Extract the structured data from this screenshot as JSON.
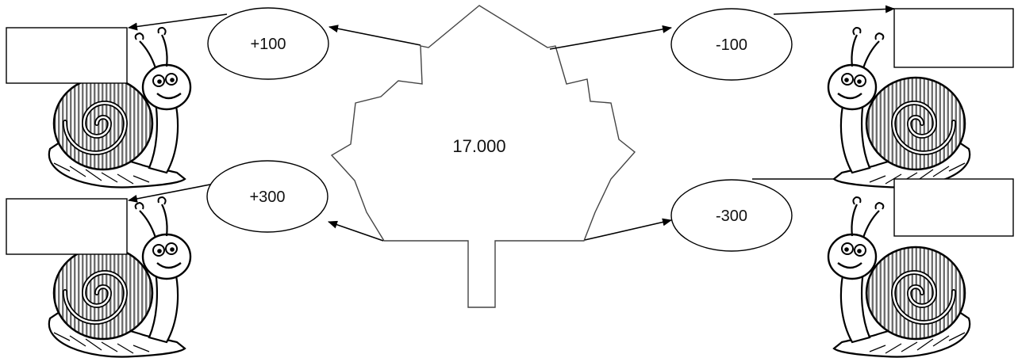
{
  "center": {
    "value": "17.000"
  },
  "operations": {
    "top_left": "+100",
    "bottom_left": "+300",
    "top_right": "-100",
    "bottom_right": "-300"
  },
  "answer_boxes": {
    "top_left": "",
    "bottom_left": "",
    "top_right": "",
    "bottom_right": ""
  },
  "colors": {
    "line": "#000000",
    "shell": "#7a7a7a",
    "background": "#ffffff"
  },
  "icons": [
    "maple-leaf-icon",
    "snail-icon"
  ]
}
